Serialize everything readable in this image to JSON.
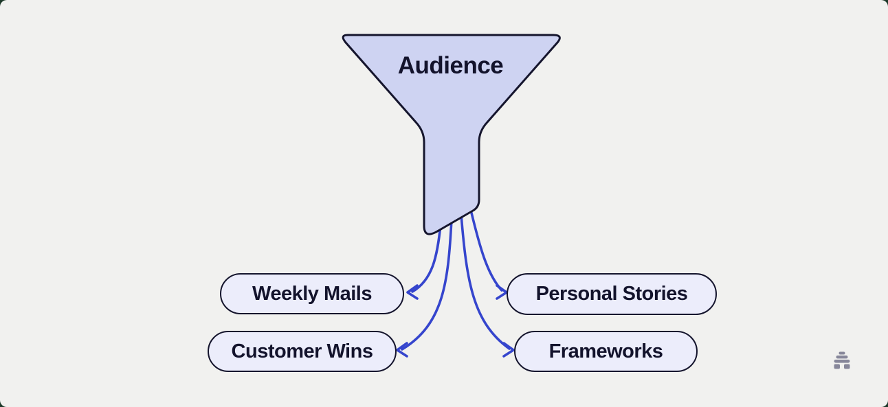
{
  "diagram": {
    "funnel": {
      "label": "Audience"
    },
    "nodes": [
      {
        "label": "Weekly Mails"
      },
      {
        "label": "Personal Stories"
      },
      {
        "label": "Customer Wins"
      },
      {
        "label": "Frameworks"
      }
    ],
    "edges": [
      {
        "from": "Audience",
        "to": "Weekly Mails"
      },
      {
        "from": "Audience",
        "to": "Personal Stories"
      },
      {
        "from": "Audience",
        "to": "Customer Wins"
      },
      {
        "from": "Audience",
        "to": "Frameworks"
      }
    ],
    "colors": {
      "background": "#f1f1ef",
      "funnel_fill": "#ced3f2",
      "node_fill": "#ecedfb",
      "outline": "#15152d",
      "arrow": "#3545cd",
      "text": "#13132c",
      "watermark": "#87879a"
    },
    "watermark": {
      "icon": "beehive-icon"
    }
  }
}
